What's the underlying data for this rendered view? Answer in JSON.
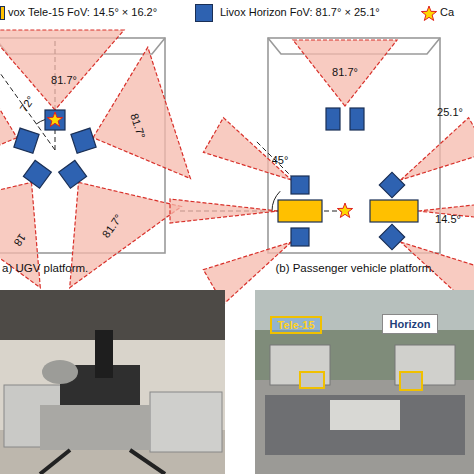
{
  "diagram": {
    "nodes": [
      {
        "text": [
          "Tele-15"
        ]
      },
      {
        "text": [
          "Horizon"
        ]
      }
    ],
    "edges": [],
    "labels": [
      "81.7°",
      "72°",
      "81.7°",
      "81.7°",
      "18",
      "a) UGV platform.",
      "81.7°",
      "25.1°",
      "45°",
      "14.5°",
      "(b) Passenger vehicle platform."
    ],
    "legend": [
      {
        "text": "vox Tele-15 FoV: 14.5° × 16.2°",
        "color": "#ffc000"
      },
      {
        "text": "Livox Horizon FoV: 81.7° × 25.1°",
        "color": "#2e62b1"
      },
      {
        "text": "Ca"
      }
    ]
  }
}
